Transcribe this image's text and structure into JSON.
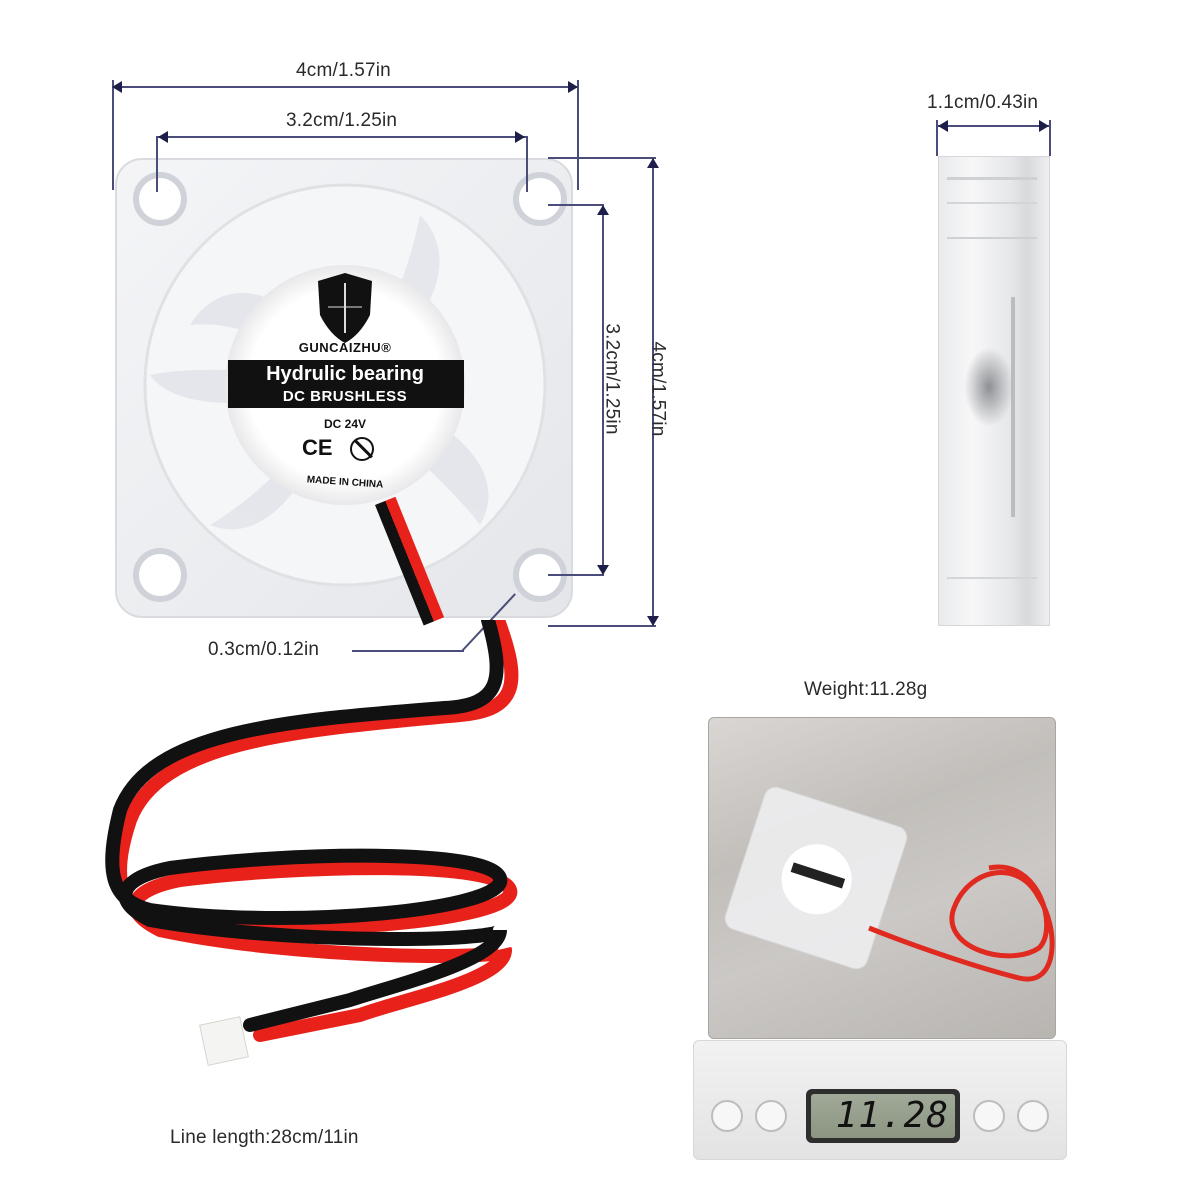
{
  "dimensions": {
    "fan_width_outer": "4cm/1.57in",
    "fan_width_holes": "3.2cm/1.25in",
    "fan_height_holes": "3.2cm/1.25in",
    "fan_height_outer": "4cm/1.57in",
    "fan_thickness": "1.1cm/0.43in",
    "hole_diameter": "0.3cm/0.12in"
  },
  "fan_label": {
    "brand": "GUNCAIZHU®",
    "line1": "Hydrulic bearing",
    "line2": "DC BRUSHLESS",
    "voltage": "DC 24V",
    "ce_mark": "CE",
    "origin": "MADE IN CHINA"
  },
  "cable": {
    "length_label": "Line length:28cm/11in",
    "colors": {
      "positive": "#e8221b",
      "negative": "#111111"
    }
  },
  "scale": {
    "weight_label": "Weight:11.28g",
    "display_value": "11.28",
    "buttons": [
      "button-1",
      "button-2",
      "button-3",
      "button-4"
    ]
  },
  "colors": {
    "dimension_line": "#4a4d7a",
    "fan_frame": "#eef0f3",
    "scale_platform": "#c9c6c3",
    "lcd": "#8f9a86"
  }
}
